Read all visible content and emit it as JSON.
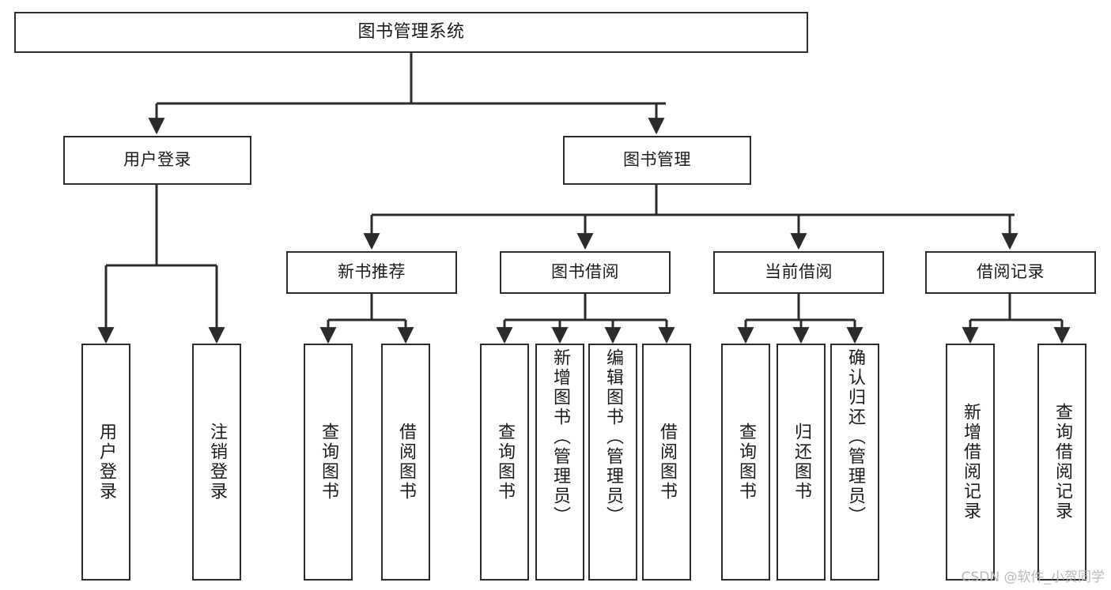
{
  "diagram": {
    "type": "tree",
    "title": "图书管理系统",
    "orientation": "top-down",
    "colors": {
      "box_border": "#2b2b2b",
      "box_fill": "#ffffff",
      "connector": "#2b2b2b",
      "text": "#1b1b1b",
      "watermark": "#b9b9b9",
      "background": "#ffffff"
    },
    "nodes": {
      "root": {
        "label": "图书管理系统"
      },
      "level1": [
        {
          "label": "用户登录"
        },
        {
          "label": "图书管理"
        }
      ],
      "level2": [
        {
          "label": "新书推荐"
        },
        {
          "label": "图书借阅"
        },
        {
          "label": "当前借阅"
        },
        {
          "label": "借阅记录"
        }
      ],
      "leaves": {
        "user_login": [
          {
            "label": "用户登录"
          },
          {
            "label": "注销登录"
          }
        ],
        "new_book_recommend": [
          {
            "label": "查询图书"
          },
          {
            "label": "借阅图书"
          }
        ],
        "book_borrow": [
          {
            "label": "查询图书"
          },
          {
            "label": "新增图书（管理员）"
          },
          {
            "label": "编辑图书（管理员）"
          },
          {
            "label": "借阅图书"
          }
        ],
        "current_borrow": [
          {
            "label": "查询图书"
          },
          {
            "label": "归还图书"
          },
          {
            "label": "确认归还（管理员）"
          }
        ],
        "borrow_record": [
          {
            "label": "新增借阅记录"
          },
          {
            "label": "查询借阅记录"
          }
        ]
      }
    },
    "watermark": "CSDN @软件_小贺同学"
  }
}
